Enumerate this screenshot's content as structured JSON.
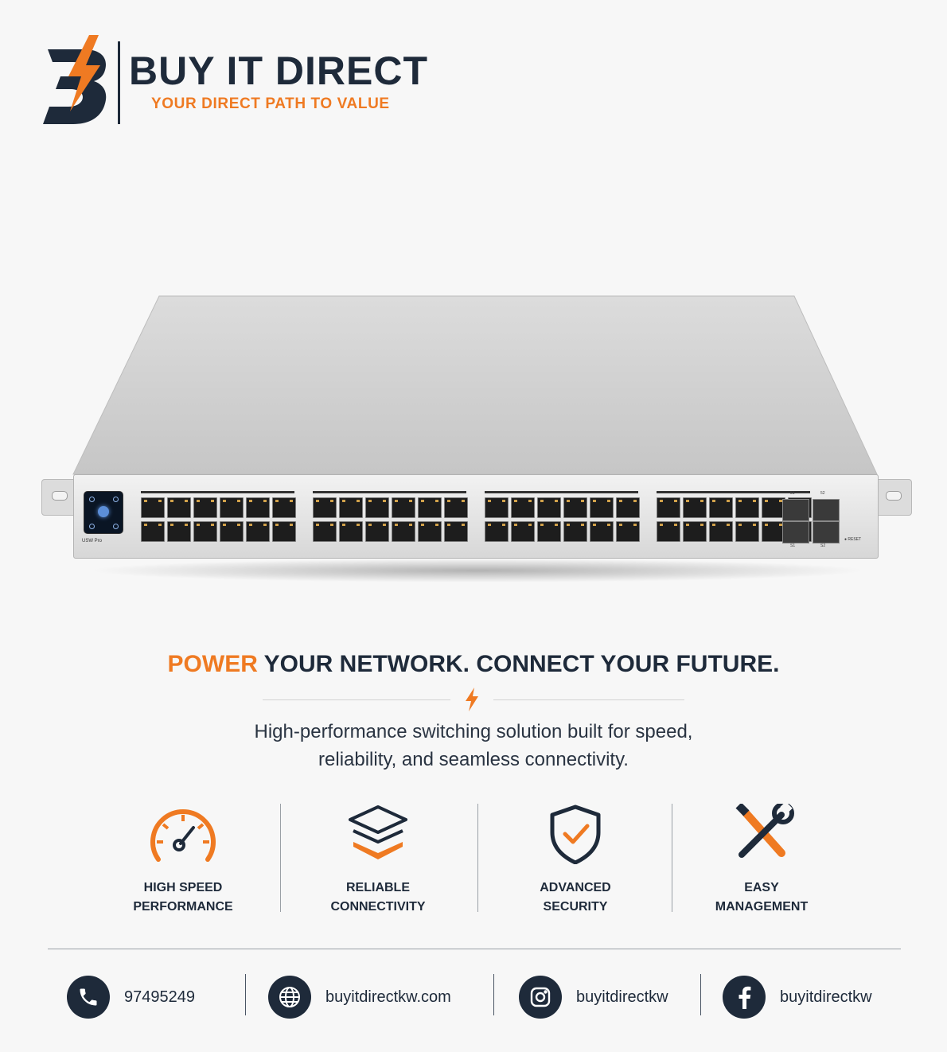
{
  "brand": {
    "name": "BUY IT DIRECT",
    "tagline": "YOUR DIRECT PATH TO VALUE",
    "colors": {
      "navy": "#1e2a3a",
      "orange": "#ef7a22"
    }
  },
  "product": {
    "model_label": "USW Pro",
    "reset_label": "● RESET",
    "sfp_top": [
      "51",
      "52"
    ],
    "sfp_bottom": [
      "S1",
      "S2"
    ]
  },
  "headline": {
    "accent": "POWER",
    "rest": " YOUR NETWORK.  CONNECT YOUR FUTURE."
  },
  "subtext": {
    "line1": "High-performance switching solution built for speed,",
    "line2": "reliability, and seamless connectivity."
  },
  "features": [
    {
      "icon": "speedometer-icon",
      "label": "HIGH SPEED\nPERFORMANCE"
    },
    {
      "icon": "layers-icon",
      "label": "RELIABLE\nCONNECTIVITY"
    },
    {
      "icon": "shield-check-icon",
      "label": "ADVANCED\nSECURITY"
    },
    {
      "icon": "tools-icon",
      "label": "EASY\nMANAGEMENT"
    }
  ],
  "contacts": [
    {
      "icon": "phone-icon",
      "text": "97495249"
    },
    {
      "icon": "globe-icon",
      "text": "buyitdirectkw.com"
    },
    {
      "icon": "instagram-icon",
      "text": "buyitdirectkw"
    },
    {
      "icon": "facebook-icon",
      "text": "buyitdirectkw"
    }
  ]
}
